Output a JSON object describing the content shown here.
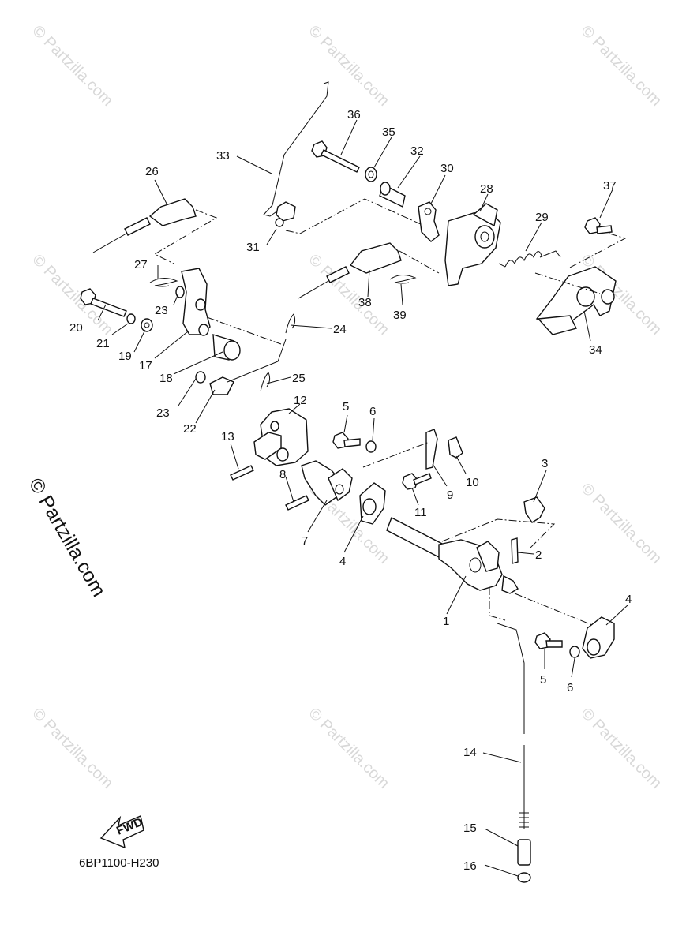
{
  "watermark_small": "© Partzilla.com",
  "watermark_large": "© Partzilla.com",
  "diagram_code": "6BP1100-H230",
  "fwd_label": "FWD",
  "callouts": [
    "1",
    "2",
    "3",
    "4",
    "4",
    "5",
    "5",
    "6",
    "6",
    "7",
    "8",
    "9",
    "10",
    "11",
    "12",
    "13",
    "14",
    "15",
    "16",
    "17",
    "18",
    "19",
    "20",
    "21",
    "22",
    "23",
    "23",
    "24",
    "25",
    "26",
    "27",
    "28",
    "29",
    "30",
    "31",
    "32",
    "33",
    "34",
    "35",
    "36",
    "37",
    "38",
    "39"
  ]
}
